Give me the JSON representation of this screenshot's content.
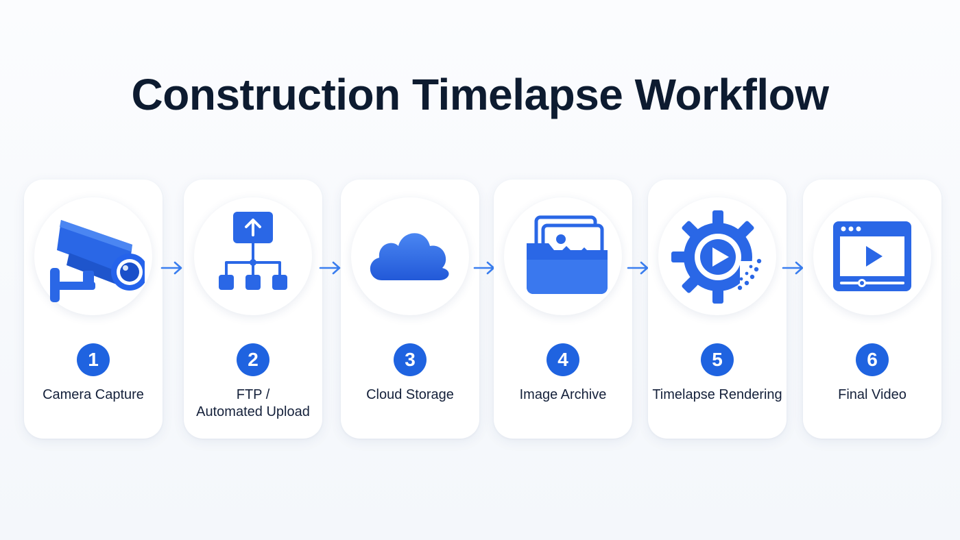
{
  "title": "Construction Timelapse Workflow",
  "accent_color": "#1f63e0",
  "steps": [
    {
      "number": "1",
      "label": "Camera Capture",
      "icon": "security-camera-icon"
    },
    {
      "number": "2",
      "label_line1": "FTP /",
      "label_line2": "Automated Upload",
      "icon": "upload-network-icon"
    },
    {
      "number": "3",
      "label": "Cloud Storage",
      "icon": "cloud-icon"
    },
    {
      "number": "4",
      "label": "Image Archive",
      "icon": "image-folder-icon"
    },
    {
      "number": "5",
      "label": "Timelapse Rendering",
      "icon": "gear-play-icon"
    },
    {
      "number": "6",
      "label": "Final Video",
      "icon": "video-player-icon"
    }
  ]
}
